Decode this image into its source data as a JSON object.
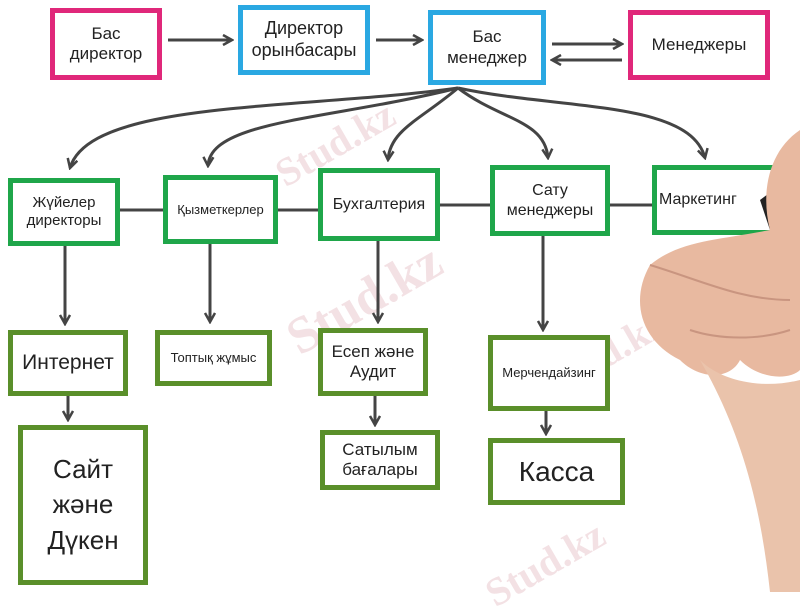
{
  "top_row": {
    "ceo": "Бас директор",
    "deputy": "Директор орынбасары",
    "head_manager": "Бас менеджер",
    "managers": "Менеджеры"
  },
  "departments": [
    "Жүйелер директоры",
    "Қызметкерлер",
    "Бухгалтерия",
    "Сату менеджеры",
    "Маркетинг"
  ],
  "sub_units": [
    "Интернет",
    "Топтық жұмыс",
    "Есеп және Аудит",
    "Мерчендайзинг"
  ],
  "leaf_units": [
    "Сайт және Дүкен",
    "Сатылым бағалары",
    "Касса"
  ],
  "watermark": "Stud.kz",
  "colors": {
    "pink": "#e0287a",
    "blue": "#2aa8e2",
    "green": "#1fa64a",
    "olive": "#5a8f2a",
    "arrow": "#444444"
  }
}
